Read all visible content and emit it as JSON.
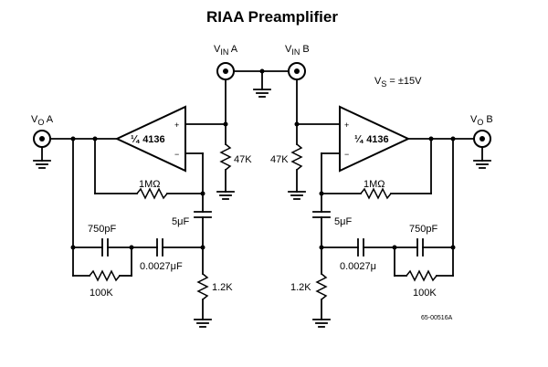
{
  "title": "RIAA Preamplifier",
  "supply_label": "V",
  "supply_sub": "S",
  "supply_value": " = ±15V",
  "vin_a": {
    "main": "V",
    "sub": "IN",
    "suffix": " A"
  },
  "vin_b": {
    "main": "V",
    "sub": "IN",
    "suffix": " B"
  },
  "vo_a": {
    "main": "V",
    "sub": "O",
    "suffix": " A"
  },
  "vo_b": {
    "main": "V",
    "sub": "O",
    "suffix": " B"
  },
  "opamp_frac": "¼",
  "opamp_part": "4136",
  "left": {
    "r_feedback": "1MΩ",
    "r_input": "47K",
    "c_coupling": "5μF",
    "r_ground": "1.2K",
    "c_750": "750pF",
    "c_0027": "0.0027μF",
    "r_100k": "100K"
  },
  "right": {
    "r_feedback": "1MΩ",
    "r_input": "47K",
    "c_coupling": "5μF",
    "r_ground": "1.2K",
    "c_750": "750pF",
    "c_0027": "0.0027μ",
    "r_100k": "100K"
  },
  "pin_plus": "+",
  "pin_minus": "−",
  "doc_code": "65-00516A"
}
